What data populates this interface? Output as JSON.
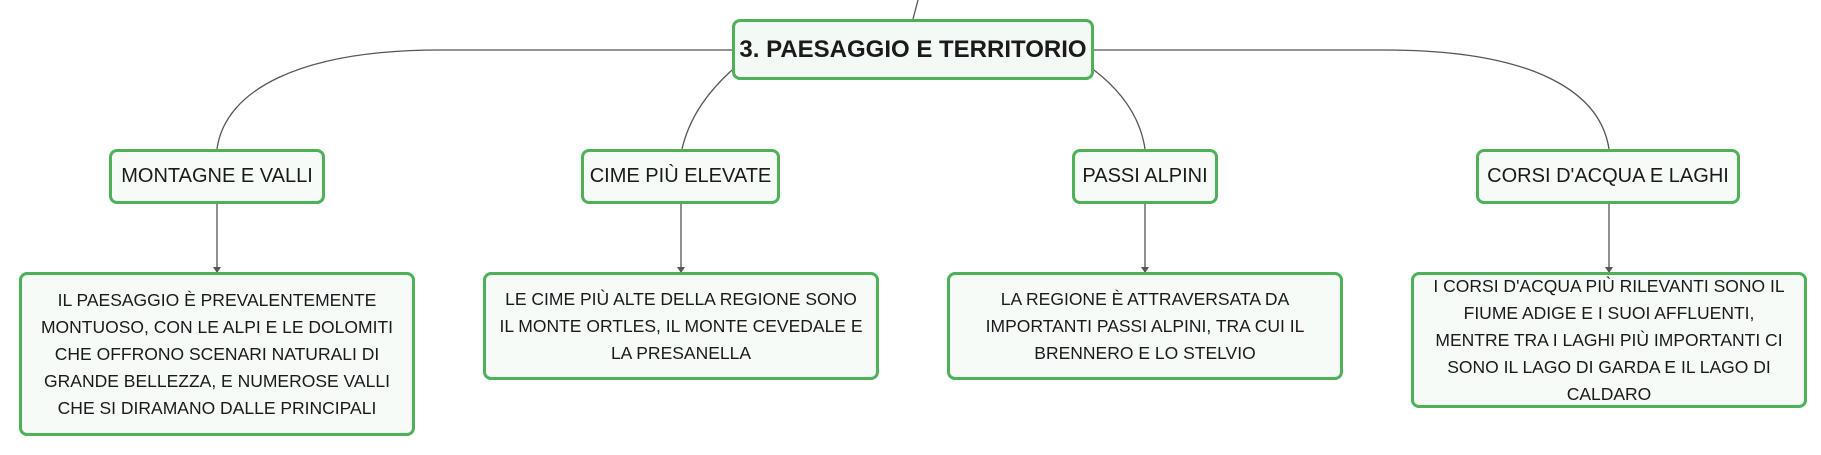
{
  "mindmap": {
    "root": {
      "label": "3. PAESAGGIO E TERRITORIO"
    },
    "branches": [
      {
        "label": "MONTAGNE E VALLI",
        "detail": "IL PAESAGGIO È PREVALENTEMENTE MONTUOSO, CON LE ALPI E LE DOLOMITI CHE OFFRONO SCENARI NATURALI DI GRANDE BELLEZZA, E NUMEROSE VALLI CHE SI DIRAMANO DALLE PRINCIPALI"
      },
      {
        "label": "CIME PIÙ ELEVATE",
        "detail": "LE CIME PIÙ ALTE DELLA REGIONE SONO IL MONTE ORTLES, IL MONTE CEVEDALE E LA PRESANELLA"
      },
      {
        "label": "PASSI ALPINI",
        "detail": "LA REGIONE È ATTRAVERSATA DA IMPORTANTI PASSI ALPINI, TRA CUI IL BRENNERO E LO STELVIO"
      },
      {
        "label": "CORSI D'ACQUA E LAGHI",
        "detail": "I CORSI D'ACQUA PIÙ RILEVANTI SONO IL FIUME ADIGE E I SUOI AFFLUENTI, MENTRE TRA I LAGHI PIÙ IMPORTANTI CI SONO IL LAGO DI GARDA E IL LAGO DI CALDARO"
      }
    ]
  },
  "colors": {
    "border": "#4fb05a",
    "node_fill": "#f7fbf8",
    "connector": "#555555"
  }
}
